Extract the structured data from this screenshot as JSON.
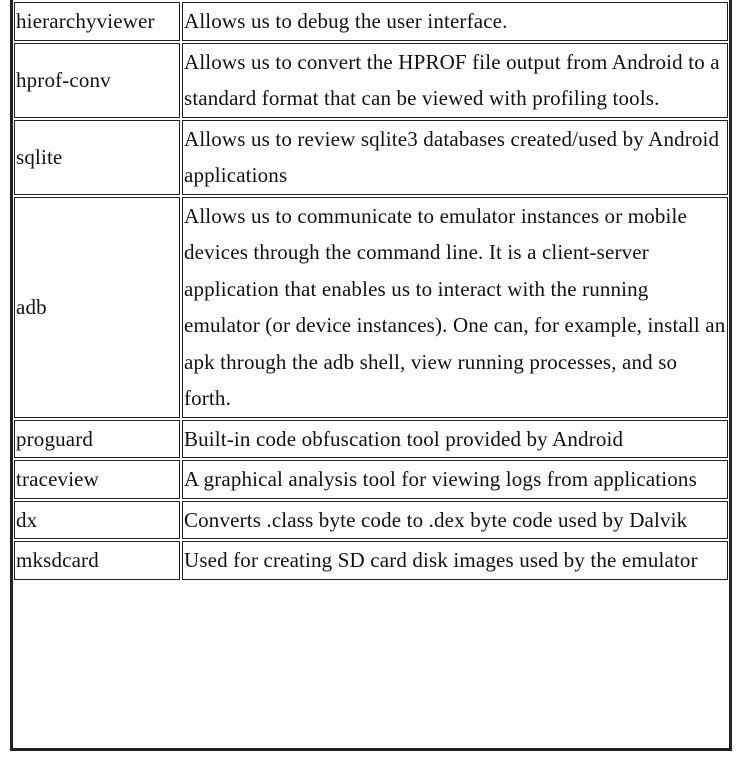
{
  "tools": [
    {
      "name": "hierarchyviewer",
      "description": "Allows us to debug the user interface."
    },
    {
      "name": "hprof-conv",
      "description": "Allows us to convert the HPROF file output from Android to a standard format that can be viewed with profiling tools."
    },
    {
      "name": "sqlite",
      "description": "Allows us to review sqlite3 databases created/used by Android applications"
    },
    {
      "name": "adb",
      "description": "Allows us to communicate to emulator instances or mobile devices through the command line. It is a client-server application that enables us to interact with the running emulator (or device instances). One can, for example, install an apk through the adb shell, view running processes, and so forth."
    },
    {
      "name": "proguard",
      "description": "Built-in code obfuscation tool provided by Android"
    },
    {
      "name": "traceview",
      "description": "A graphical analysis tool for viewing logs from applications"
    },
    {
      "name": "dx",
      "description": "Converts .class byte code to .dex byte code used by Dalvik"
    },
    {
      "name": "mksdcard",
      "description": "Used for creating SD card disk images used by the emulator"
    }
  ]
}
